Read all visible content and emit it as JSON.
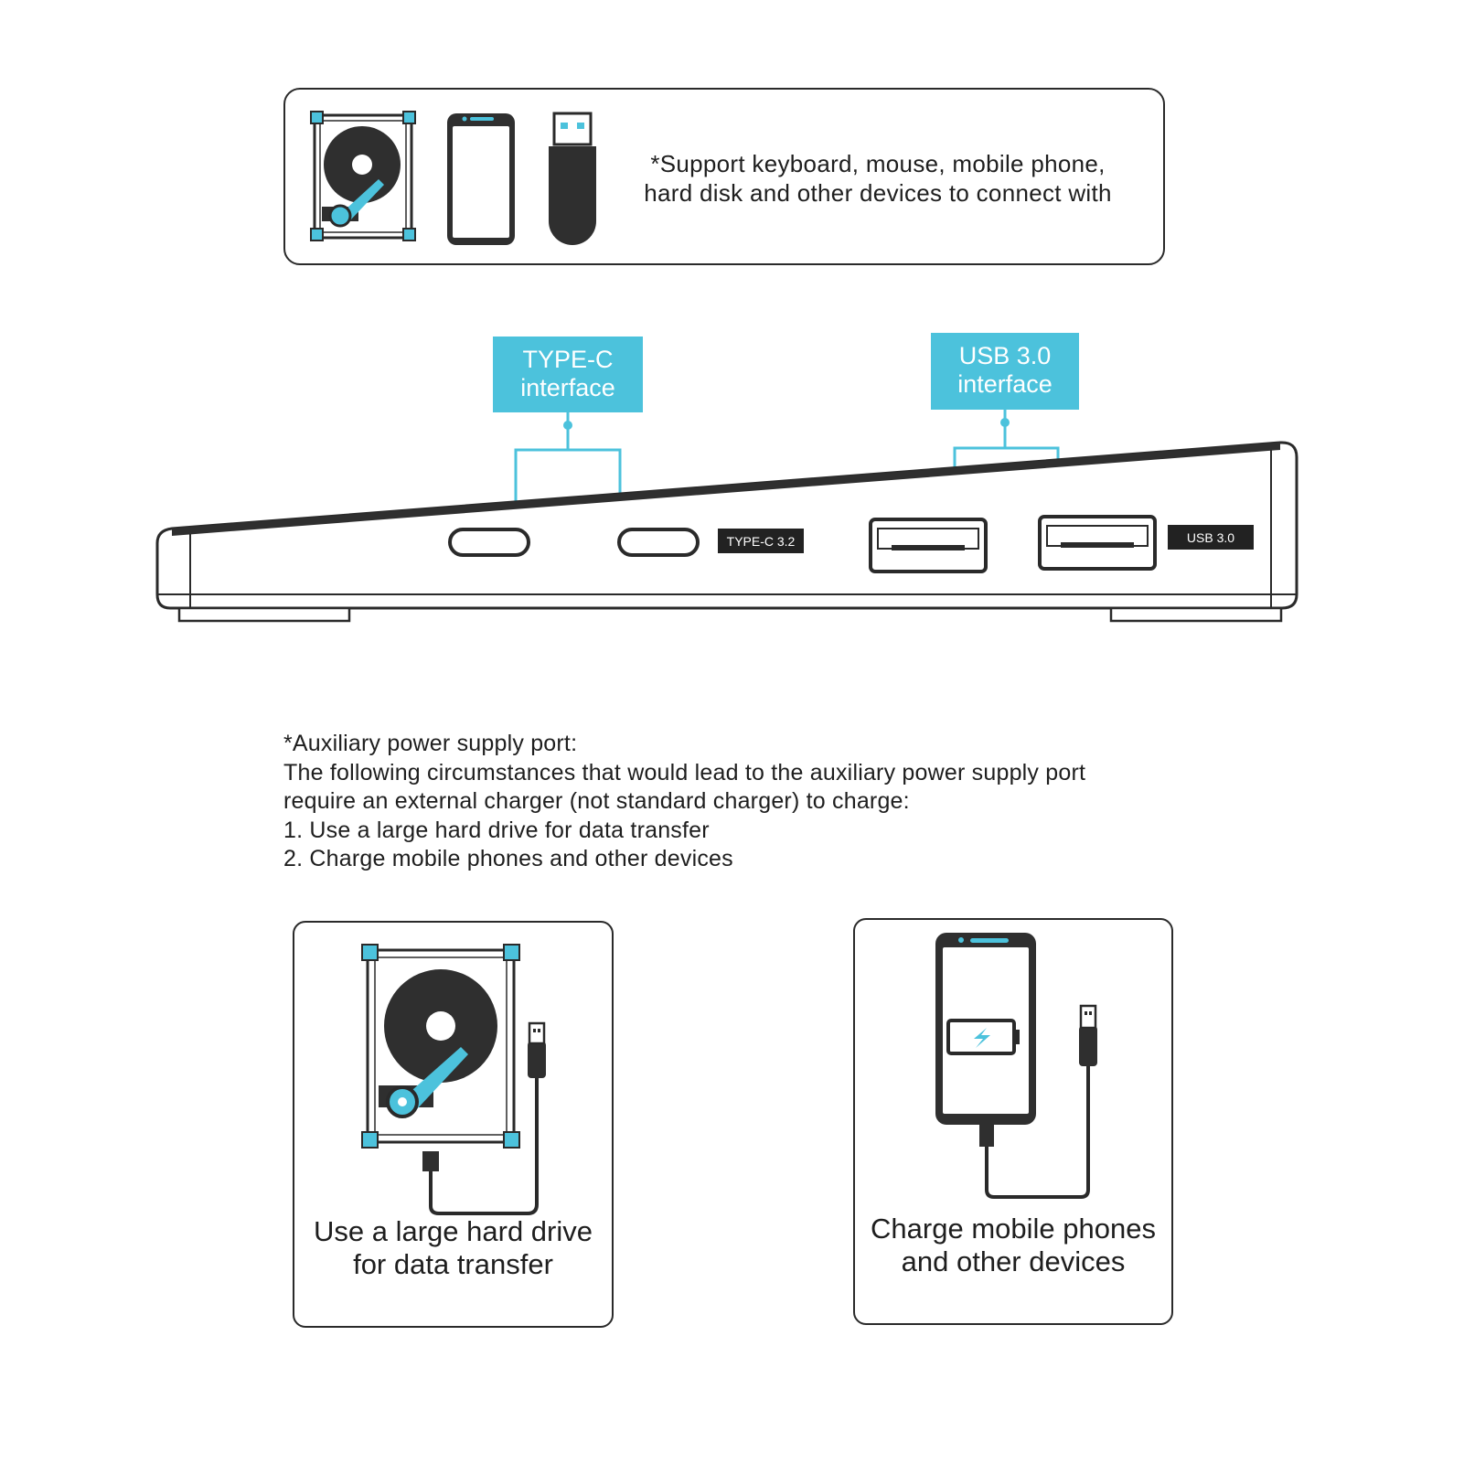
{
  "top_panel": {
    "support_text_line1": "*Support keyboard, mouse, mobile phone,",
    "support_text_line2": "hard disk and other devices to connect with",
    "icons": [
      "hard-disk-icon",
      "mobile-phone-icon",
      "usb-flash-drive-icon"
    ]
  },
  "device": {
    "callout_typec_line1": "TYPE-C",
    "callout_typec_line2": "interface",
    "callout_usb_line1": "USB 3.0",
    "callout_usb_line2": "interface",
    "typec_port_label": "TYPE-C 3.2",
    "usb_port_label": "USB 3.0"
  },
  "aux": {
    "line1": "*Auxiliary power supply port:",
    "line2": "The following circumstances that would lead to the auxiliary power supply port",
    "line3": "require an external charger (not standard charger) to charge:",
    "line4": "1. Use a large hard drive for data transfer",
    "line5": "2. Charge mobile phones and other devices"
  },
  "cards": {
    "left_caption_line1": "Use a large hard drive",
    "left_caption_line2": "for data transfer",
    "right_caption_line1": "Charge mobile phones",
    "right_caption_line2": "and other devices"
  },
  "colors": {
    "accent": "#4cc2dc",
    "dark": "#2a2a2a",
    "label_bg": "#222222"
  }
}
